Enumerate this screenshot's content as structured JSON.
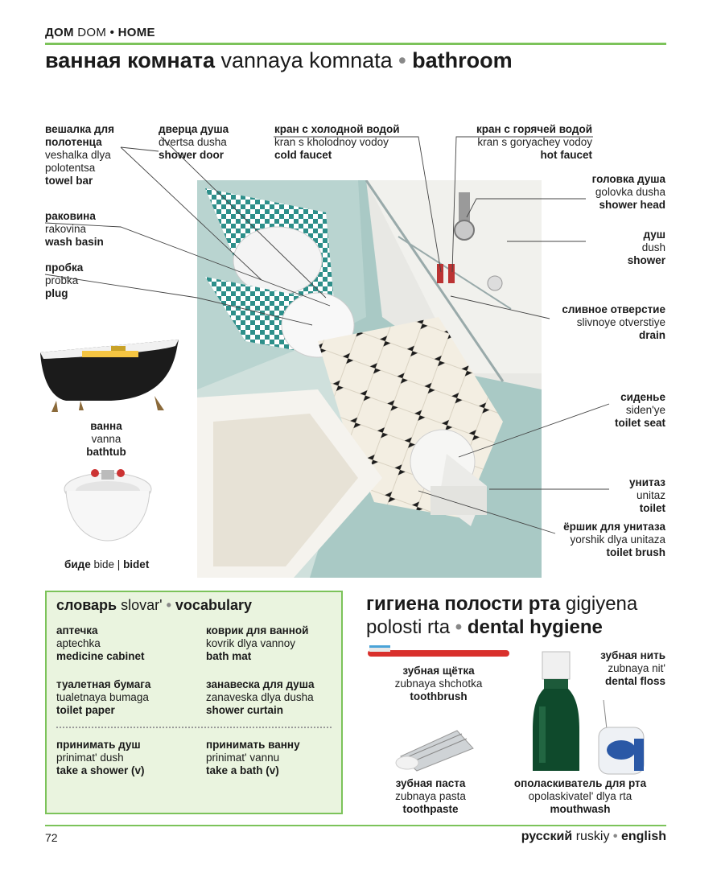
{
  "header": {
    "section_ru": "ДОМ",
    "section_tr": "DOM",
    "section_en": "HOME",
    "title_ru": "ванная комната",
    "title_tr": "vannaya komnata",
    "title_en": "bathroom",
    "separator": "•"
  },
  "labels": {
    "towel_bar": {
      "ru1": "вешалка для",
      "ru2": "полотенца",
      "tr1": "veshalka dlya",
      "tr2": "polotentsa",
      "en": "towel bar"
    },
    "shower_door": {
      "ru": "дверца душа",
      "tr": "dvertsa dusha",
      "en": "shower door"
    },
    "cold_faucet": {
      "ru": "кран с холодной водой",
      "tr": "kran s kholodnoy vodoy",
      "en": "cold faucet"
    },
    "hot_faucet": {
      "ru": "кран с горячей водой",
      "tr": "kran s goryachey vodoy",
      "en": "hot faucet"
    },
    "shower_head": {
      "ru": "головка душа",
      "tr": "golovka dusha",
      "en": "shower head"
    },
    "shower": {
      "ru": "душ",
      "tr": "dush",
      "en": "shower"
    },
    "wash_basin": {
      "ru": "раковина",
      "tr": "rakovina",
      "en": "wash basin"
    },
    "plug": {
      "ru": "пробка",
      "tr": "probka",
      "en": "plug"
    },
    "drain": {
      "ru": "сливное отверстие",
      "tr": "slivnoye otverstiye",
      "en": "drain"
    },
    "toilet_seat": {
      "ru": "сиденье",
      "tr": "siden'ye",
      "en": "toilet seat"
    },
    "toilet": {
      "ru": "унитаз",
      "tr": "unitaz",
      "en": "toilet"
    },
    "toilet_brush": {
      "ru": "ёршик для унитаза",
      "tr": "yorshik dlya unitaza",
      "en": "toilet brush"
    },
    "bathtub": {
      "ru": "ванна",
      "tr": "vanna",
      "en": "bathtub"
    },
    "bidet": {
      "ru": "биде",
      "tr": "bide",
      "sep": "|",
      "en": "bidet"
    }
  },
  "vocabulary": {
    "title_ru": "словарь",
    "title_tr": "slovar'",
    "title_en": "vocabulary",
    "items": [
      {
        "ru": "аптечка",
        "tr": "aptechka",
        "en": "medicine cabinet"
      },
      {
        "ru": "коврик для ванной",
        "tr": "kovrik dlya vannoy",
        "en": "bath mat"
      },
      {
        "ru": "туалетная бумага",
        "tr": "tualetnaya bumaga",
        "en": "toilet paper"
      },
      {
        "ru": "занавеска для душа",
        "tr": "zanaveska dlya dusha",
        "en": "shower curtain"
      },
      {
        "ru": "принимать душ",
        "tr": "prinimat' dush",
        "en": "take a shower (v)"
      },
      {
        "ru": "принимать ванну",
        "tr": "prinimat' vannu",
        "en": "take a bath (v)"
      }
    ]
  },
  "dental": {
    "title_ru1": "гигиена полости рта",
    "title_tr1": "gigiyena",
    "title_tr2": "polosti rta",
    "title_en": "dental hygiene",
    "toothbrush": {
      "ru": "зубная щётка",
      "tr": "zubnaya shchotka",
      "en": "toothbrush"
    },
    "floss": {
      "ru": "зубная нить",
      "tr": "zubnaya nit'",
      "en": "dental floss"
    },
    "toothpaste": {
      "ru": "зубная паста",
      "tr": "zubnaya pasta",
      "en": "toothpaste"
    },
    "mouthwash": {
      "ru": "ополаскиватель для рта",
      "tr": "opolaskivatel' dlya rta",
      "en": "mouthwash"
    }
  },
  "footer": {
    "page_number": "72",
    "lang_ru": "русский",
    "lang_tr": "ruskiy",
    "lang_en": "english"
  }
}
